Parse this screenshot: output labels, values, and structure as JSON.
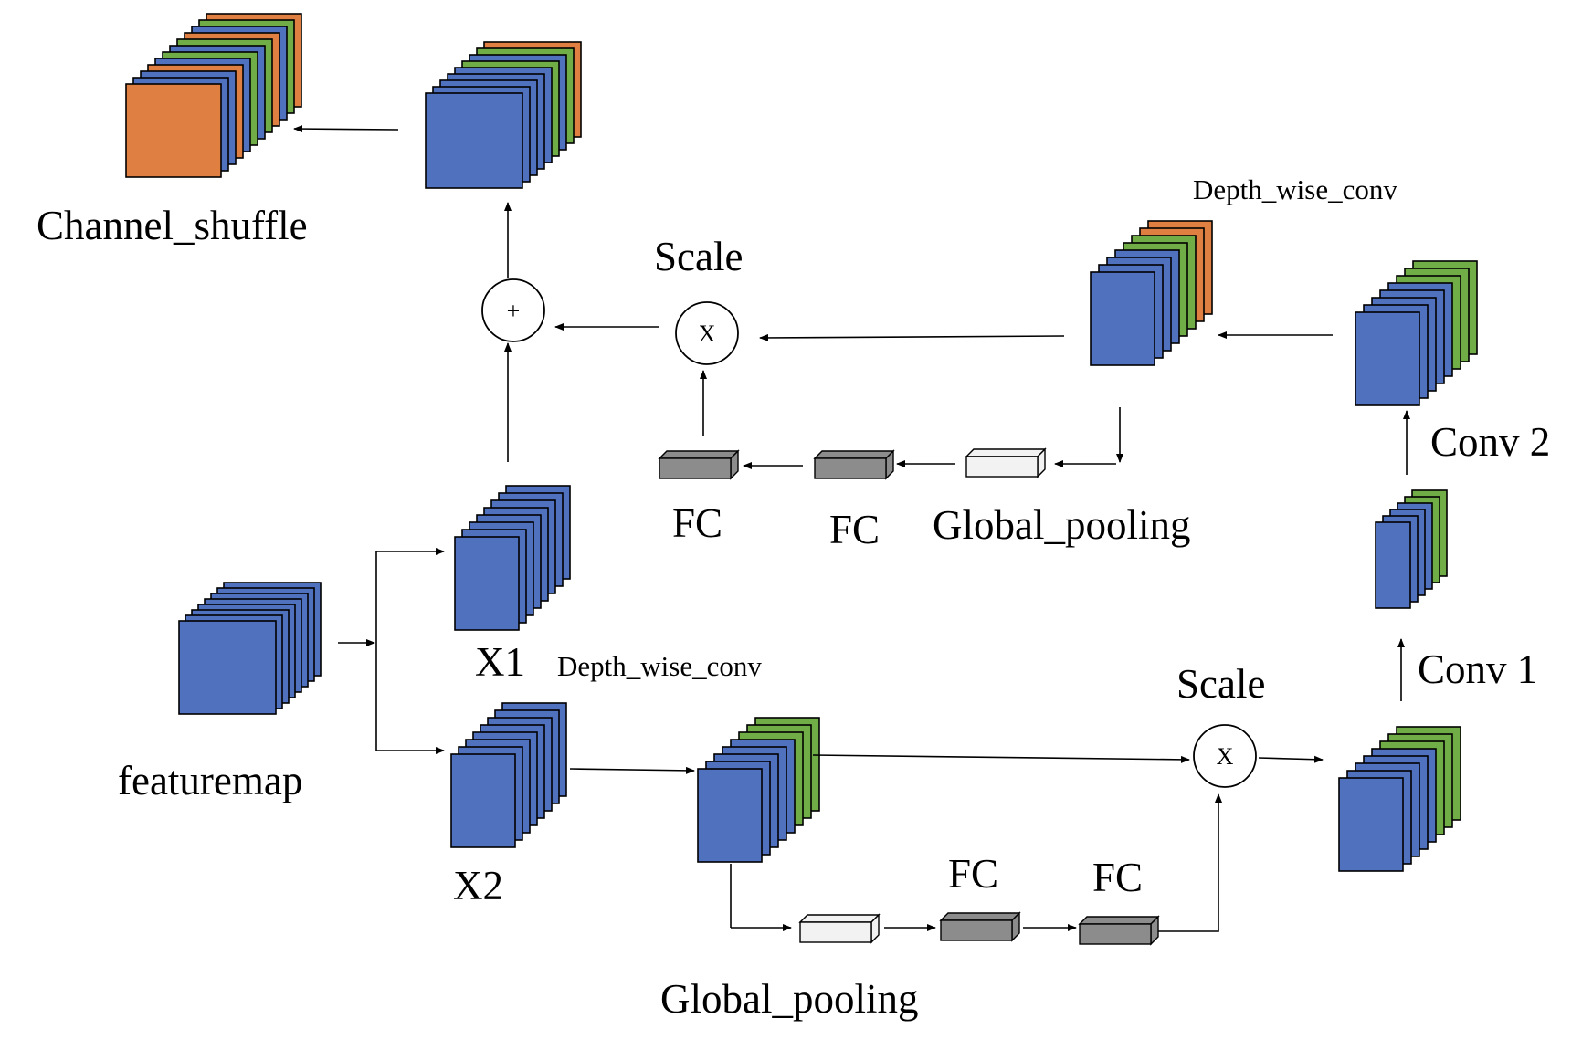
{
  "colors": {
    "blue": "#4F71BE",
    "green": "#70AD47",
    "orange": "#E07F42",
    "fc_gray": "#8C8C8C",
    "pool_white": "#F2F2F2",
    "stroke": "#000000"
  },
  "labels": {
    "channel_shuffle": "Channel_shuffle",
    "scale_top": "Scale",
    "scale_bottom": "Scale",
    "depth_wise_conv_top": "Depth_wise_conv",
    "depth_wise_conv_bottom": "Depth_wise_conv",
    "conv2": "Conv 2",
    "conv1": "Conv 1",
    "fc_top_left": "FC",
    "fc_top_right": "FC",
    "global_pooling_top": "Global_pooling",
    "global_pooling_bottom": "Global_pooling",
    "fc_bottom_left": "FC",
    "fc_bottom_right": "FC",
    "x1": "X1",
    "x2": "X2",
    "featuremap": "featuremap"
  },
  "operators": {
    "add": "+",
    "multiply_top": "X",
    "multiply_bottom": "X"
  }
}
